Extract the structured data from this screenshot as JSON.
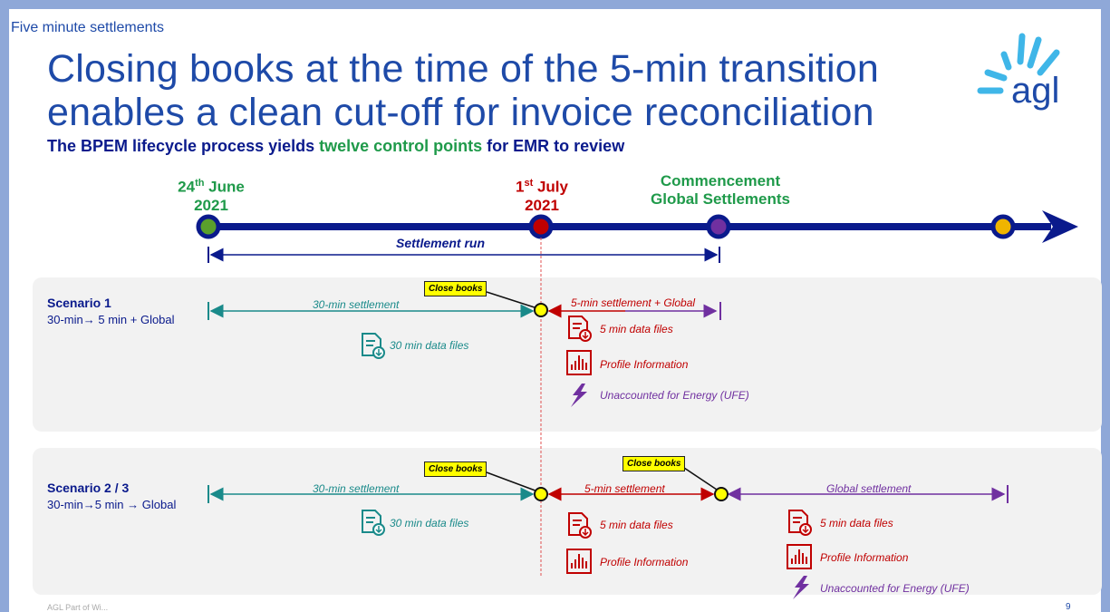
{
  "header": {
    "section_label": "Five minute settlements",
    "title_line1": "Closing books at the time of the 5-min transition",
    "title_line2": "enables a clean cut-off for invoice reconciliation",
    "subtitle_pre": "The BPEM lifecycle process yields ",
    "subtitle_highlight": "twelve control points",
    "subtitle_post": " for EMR to review"
  },
  "logo": {
    "text": "agl"
  },
  "timeline": {
    "date1_day": "24",
    "date1_sup": "th",
    "date1_rest": " June",
    "date1_year": "2021",
    "date2_day": "1",
    "date2_sup": "st",
    "date2_rest": " July",
    "date2_year": "2021",
    "date3_line1": "Commencement",
    "date3_line2": "Global Settlements",
    "settlement_run": "Settlement run"
  },
  "scenario1": {
    "title": "Scenario 1",
    "subtitle": "30-min→ 5 min + Global",
    "close_books": "Close books",
    "left_label": "30-min settlement",
    "right_label": "5-min settlement + Global",
    "files_30": "30 min data files",
    "files_5": "5 min data files",
    "profile": "Profile Information",
    "ufe": "Unaccounted for Energy (UFE)"
  },
  "scenario23": {
    "title": "Scenario 2 / 3",
    "subtitle": "30-min→5 min → Global",
    "close_books_1": "Close books",
    "close_books_2": "Close books",
    "left_label": "30-min settlement",
    "mid_label": "5-min settlement",
    "right_label": "Global settlement",
    "files_30": "30 min data files",
    "files_5_a": "5 min data files",
    "profile_a": "Profile Information",
    "files_5_b": "5 min data files",
    "profile_b": "Profile Information",
    "ufe": "Unaccounted for Energy (UFE)"
  },
  "footer": {
    "text": "AGL Part of Wi...",
    "page": "9"
  },
  "colors": {
    "navy": "#0a1a8c",
    "blue": "#1e4aa8",
    "green": "#1f9a4a",
    "red": "#c00000",
    "teal": "#1a8a8a",
    "purple": "#7030a0",
    "yellow": "#ffff00"
  }
}
